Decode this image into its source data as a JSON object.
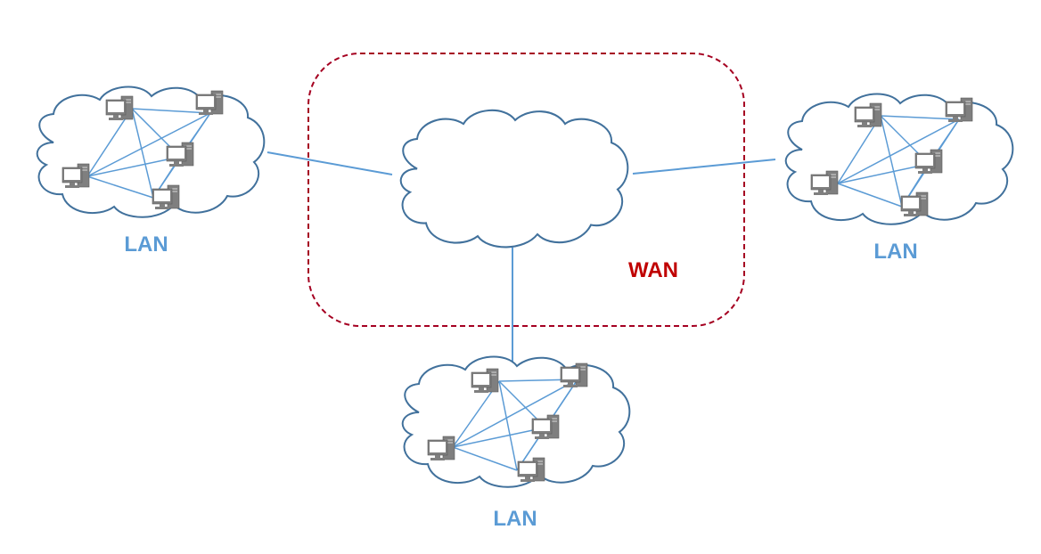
{
  "diagram": {
    "wan_label": "WAN",
    "lan_labels": [
      "LAN",
      "LAN",
      "LAN"
    ],
    "colors": {
      "lan_text": "#5b9bd5",
      "wan_text": "#c00000",
      "wan_border": "#a50021",
      "cloud_stroke": "#41719c",
      "link": "#5b9bd5",
      "computer_body": "#7f7f7f",
      "screen": "#ffffff"
    },
    "icons": {
      "cloud": "cloud-icon",
      "computer": "desktop-computer-icon"
    }
  }
}
